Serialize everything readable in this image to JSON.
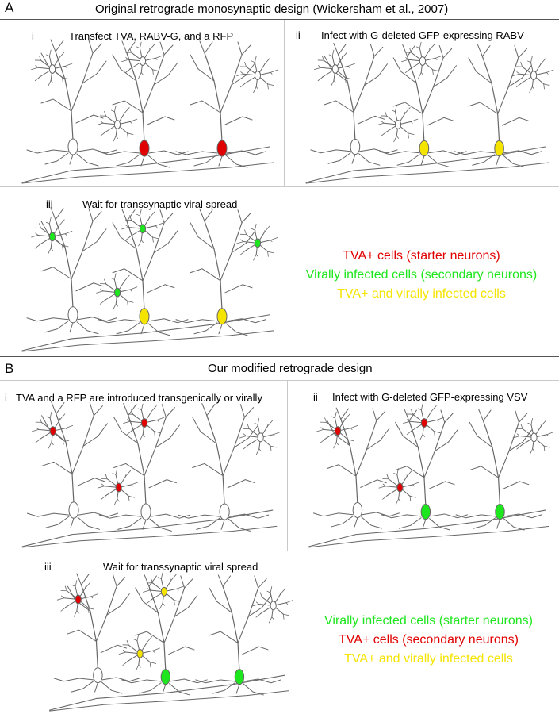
{
  "colors": {
    "red": "#e10000",
    "green": "#1ee61e",
    "yellow": "#f5e400",
    "outline": "#666666",
    "divider": "#c9c9c9"
  },
  "section_a": {
    "letter": "A",
    "title": "Original retrograde monosynaptic design (Wickersham et al., 2007)",
    "panels": [
      {
        "numeral": "i",
        "caption": "Transfect TVA, RABV-G, and a RFP"
      },
      {
        "numeral": "ii",
        "caption": "Infect with G-deleted GFP-expressing RABV"
      },
      {
        "numeral": "iii",
        "caption": "Wait for transsynaptic viral spread"
      }
    ],
    "legend": [
      {
        "text": "TVA+ cells (starter neurons)",
        "color": "#e10000"
      },
      {
        "text": "Virally infected cells (secondary neurons)",
        "color": "#1ee61e"
      },
      {
        "text": "TVA+ and virally infected cells",
        "color": "#f5e400"
      }
    ]
  },
  "section_b": {
    "letter": "B",
    "title": "Our modified retrograde design",
    "panels": [
      {
        "numeral": "i",
        "caption": "TVA and  a RFP are introduced transgenically or virally"
      },
      {
        "numeral": "ii",
        "caption": "Infect with G-deleted GFP-expressing VSV"
      },
      {
        "numeral": "iii",
        "caption": "Wait for transsynaptic viral spread"
      }
    ],
    "legend": [
      {
        "text": "Virally infected cells (starter neurons)",
        "color": "#1ee61e"
      },
      {
        "text": "TVA+ cells (secondary neurons)",
        "color": "#e10000"
      },
      {
        "text": "TVA+ and virally infected cells",
        "color": "#f5e400"
      }
    ]
  },
  "panel_states": {
    "A_i": {
      "small1": "white",
      "small2": "white",
      "small3": "white",
      "small4": "white",
      "pyr1": "white",
      "pyr2": "red",
      "pyr3": "red"
    },
    "A_ii": {
      "small1": "white",
      "small2": "white",
      "small3": "white",
      "small4": "white",
      "pyr1": "white",
      "pyr2": "yellow",
      "pyr3": "yellow"
    },
    "A_iii": {
      "small1": "green",
      "small2": "green",
      "small3": "green",
      "small4": "green",
      "pyr1": "white",
      "pyr2": "yellow",
      "pyr3": "yellow"
    },
    "B_i": {
      "small1": "red",
      "small2": "red",
      "small3": "red",
      "small4": "white",
      "pyr1": "white",
      "pyr2": "white",
      "pyr3": "white"
    },
    "B_ii": {
      "small1": "red",
      "small2": "red",
      "small3": "red",
      "small4": "white",
      "pyr1": "white",
      "pyr2": "green",
      "pyr3": "green"
    },
    "B_iii": {
      "small1": "red",
      "small2": "yellow",
      "small3": "yellow",
      "small4": "white",
      "pyr1": "white",
      "pyr2": "green",
      "pyr3": "green"
    }
  }
}
